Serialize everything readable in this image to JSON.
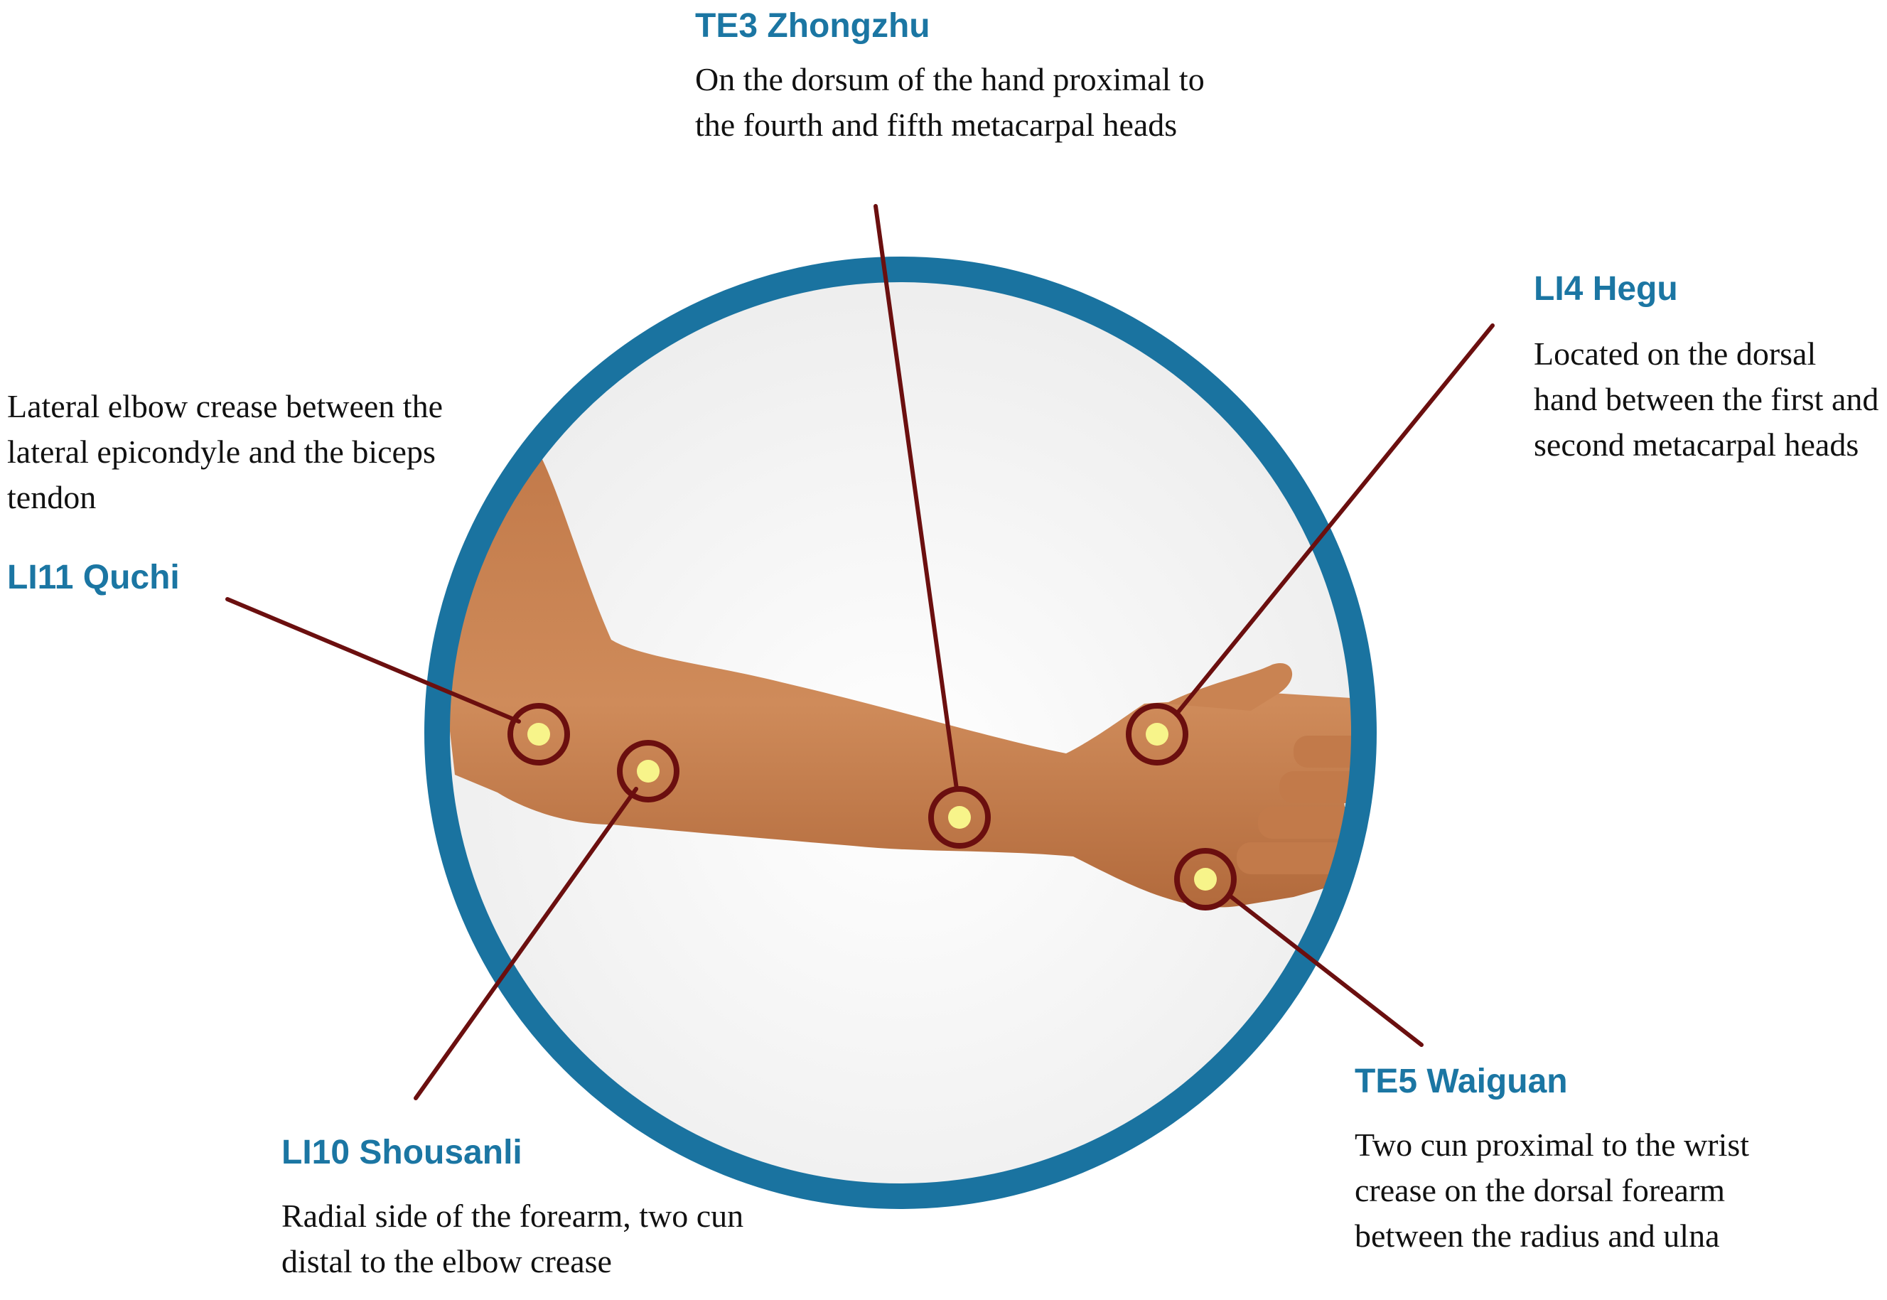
{
  "colors": {
    "ring": "#1a73a0",
    "leader_line": "#6b0f0f",
    "marker_fill": "#f7f48a",
    "skin": "#c98352",
    "title": "#1b76a3"
  },
  "points": {
    "te3": {
      "title": "TE3 Zhongzhu",
      "description": "On the dorsum of the hand proximal to the fourth and fifth metacarpal heads"
    },
    "li4": {
      "title": "LI4 Hegu",
      "description": "Located on the dorsal hand between the first and second metacarpal heads"
    },
    "li11": {
      "title": "LI11 Quchi",
      "description": "Lateral elbow crease between the lateral epicondyle and the biceps tendon"
    },
    "li10": {
      "title": "LI10 Shousanli",
      "description": "Radial side of the forearm, two cun distal to the elbow crease"
    },
    "te5": {
      "title": "TE5 Waiguan",
      "description": "Two cun proximal to the wrist crease on the dorsal forearm between the radius and ulna"
    }
  }
}
